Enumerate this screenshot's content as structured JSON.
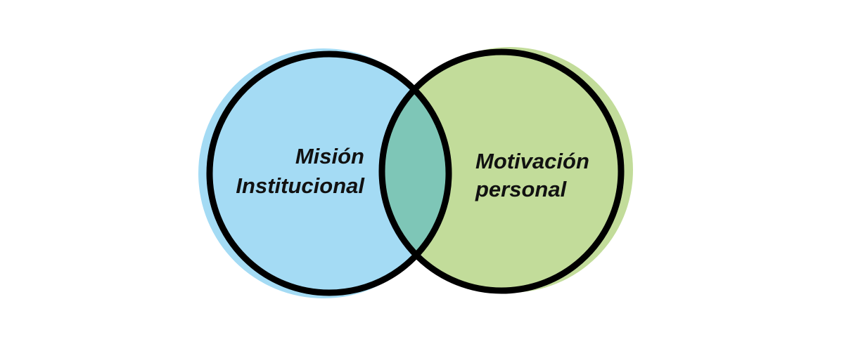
{
  "diagram": {
    "type": "venn",
    "sets": [
      {
        "key": "left",
        "label_lines": [
          "Misión",
          "Institucional"
        ],
        "color": "#a4dbf4"
      },
      {
        "key": "right",
        "label_lines": [
          "Motivación",
          "personal"
        ],
        "color": "#c2dc9a"
      }
    ],
    "intersection_color": "#7ec6b7",
    "outline_color": "#000000",
    "text_color": "#111111"
  }
}
